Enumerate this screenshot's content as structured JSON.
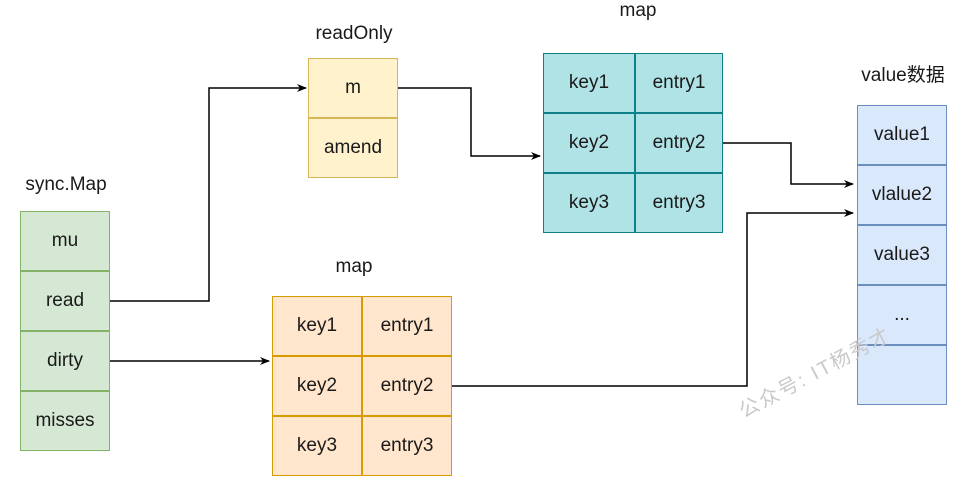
{
  "sync_map": {
    "title": "sync.Map",
    "fields": [
      "mu",
      "read",
      "dirty",
      "misses"
    ]
  },
  "read_only": {
    "title": "readOnly",
    "fields": [
      "m",
      "amend"
    ]
  },
  "read_map": {
    "title": "map",
    "rows": [
      [
        "key1",
        "entry1"
      ],
      [
        "key2",
        "entry2"
      ],
      [
        "key3",
        "entry3"
      ]
    ]
  },
  "dirty_map": {
    "title": "map",
    "rows": [
      [
        "key1",
        "entry1"
      ],
      [
        "key2",
        "entry2"
      ],
      [
        "key3",
        "entry3"
      ]
    ]
  },
  "values": {
    "title": "value数据",
    "items": [
      "value1",
      "vlalue2",
      "value3",
      "...",
      ""
    ]
  },
  "watermark": "公众号: IT杨秀才",
  "colors": {
    "sync_map": "#d5e8d4",
    "read_only": "#fff2cc",
    "read_map": "#b0e3e6",
    "dirty_map": "#ffe6cc",
    "values": "#dae8fc"
  }
}
